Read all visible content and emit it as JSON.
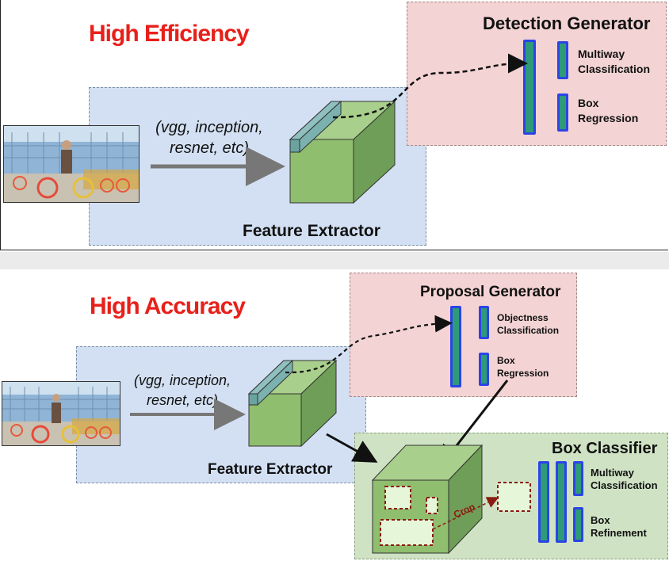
{
  "top": {
    "title": "High Efficiency",
    "backbone_note_line1": "(vgg, inception,",
    "backbone_note_line2": "resnet, etc)",
    "feature_extractor_label": "Feature Extractor",
    "detection_generator": {
      "heading": "Detection Generator",
      "output1_line1": "Multiway",
      "output1_line2": "Classification",
      "output2_line1": "Box",
      "output2_line2": "Regression"
    }
  },
  "bottom": {
    "title": "High Accuracy",
    "backbone_note_line1": "(vgg, inception,",
    "backbone_note_line2": "resnet, etc)",
    "feature_extractor_label": "Feature Extractor",
    "proposal_generator": {
      "heading": "Proposal Generator",
      "output1_line1": "Objectness",
      "output1_line2": "Classification",
      "output2_line1": "Box",
      "output2_line2": "Regression"
    },
    "box_classifier": {
      "heading": "Box Classifier",
      "output1_line1": "Multiway",
      "output1_line2": "Classification",
      "output2_line1": "Box",
      "output2_line2": "Refinement",
      "crop_label": "Crop"
    }
  },
  "colors": {
    "title_red": "#e8201a",
    "extractor_blue": "#d3e0f3",
    "generator_pink": "#f3d3d3",
    "classifier_green": "#cfe3c4",
    "cube_green": "#8fbe6e",
    "bar_fill": "#2e9a78",
    "bar_border": "#2b44e8"
  }
}
